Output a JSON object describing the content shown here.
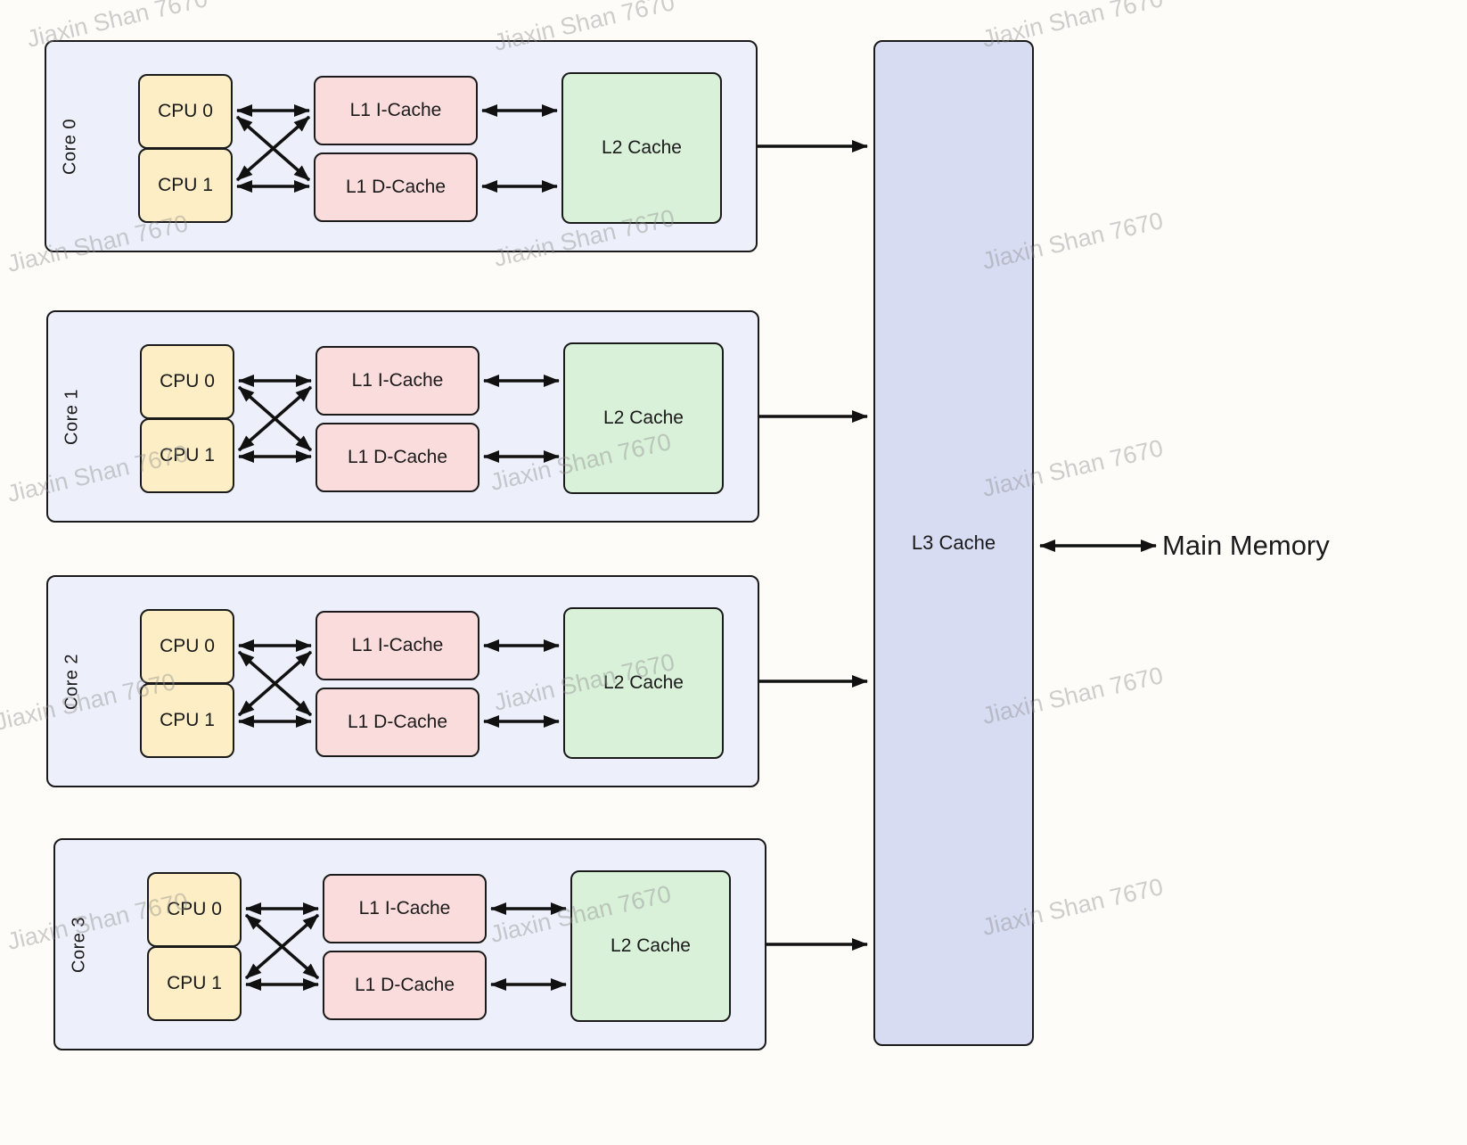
{
  "diagram": {
    "watermark": "Jiaxin Shan 7670",
    "l3_label": "L3 Cache",
    "main_memory_label": "Main Memory",
    "cores": [
      {
        "label": "Core 0",
        "cpus": [
          "CPU 0",
          "CPU 1"
        ],
        "l1i": "L1 I-Cache",
        "l1d": "L1 D-Cache",
        "l2": "L2 Cache"
      },
      {
        "label": "Core 1",
        "cpus": [
          "CPU 0",
          "CPU 1"
        ],
        "l1i": "L1 I-Cache",
        "l1d": "L1 D-Cache",
        "l2": "L2 Cache"
      },
      {
        "label": "Core 2",
        "cpus": [
          "CPU 0",
          "CPU 1"
        ],
        "l1i": "L1 I-Cache",
        "l1d": "L1 D-Cache",
        "l2": "L2 Cache"
      },
      {
        "label": "Core 3",
        "cpus": [
          "CPU 0",
          "CPU 1"
        ],
        "l1i": "L1 I-Cache",
        "l1d": "L1 D-Cache",
        "l2": "L2 Cache"
      }
    ],
    "colors": {
      "core_bg": "#edf0fa",
      "cpu_fill": "#fdeec5",
      "l1_fill": "#fbdcdc",
      "l2_fill": "#d9f0d9",
      "l3_fill": "#d7dcf2",
      "border": "#1a1a1a",
      "arrow": "#111111"
    }
  }
}
